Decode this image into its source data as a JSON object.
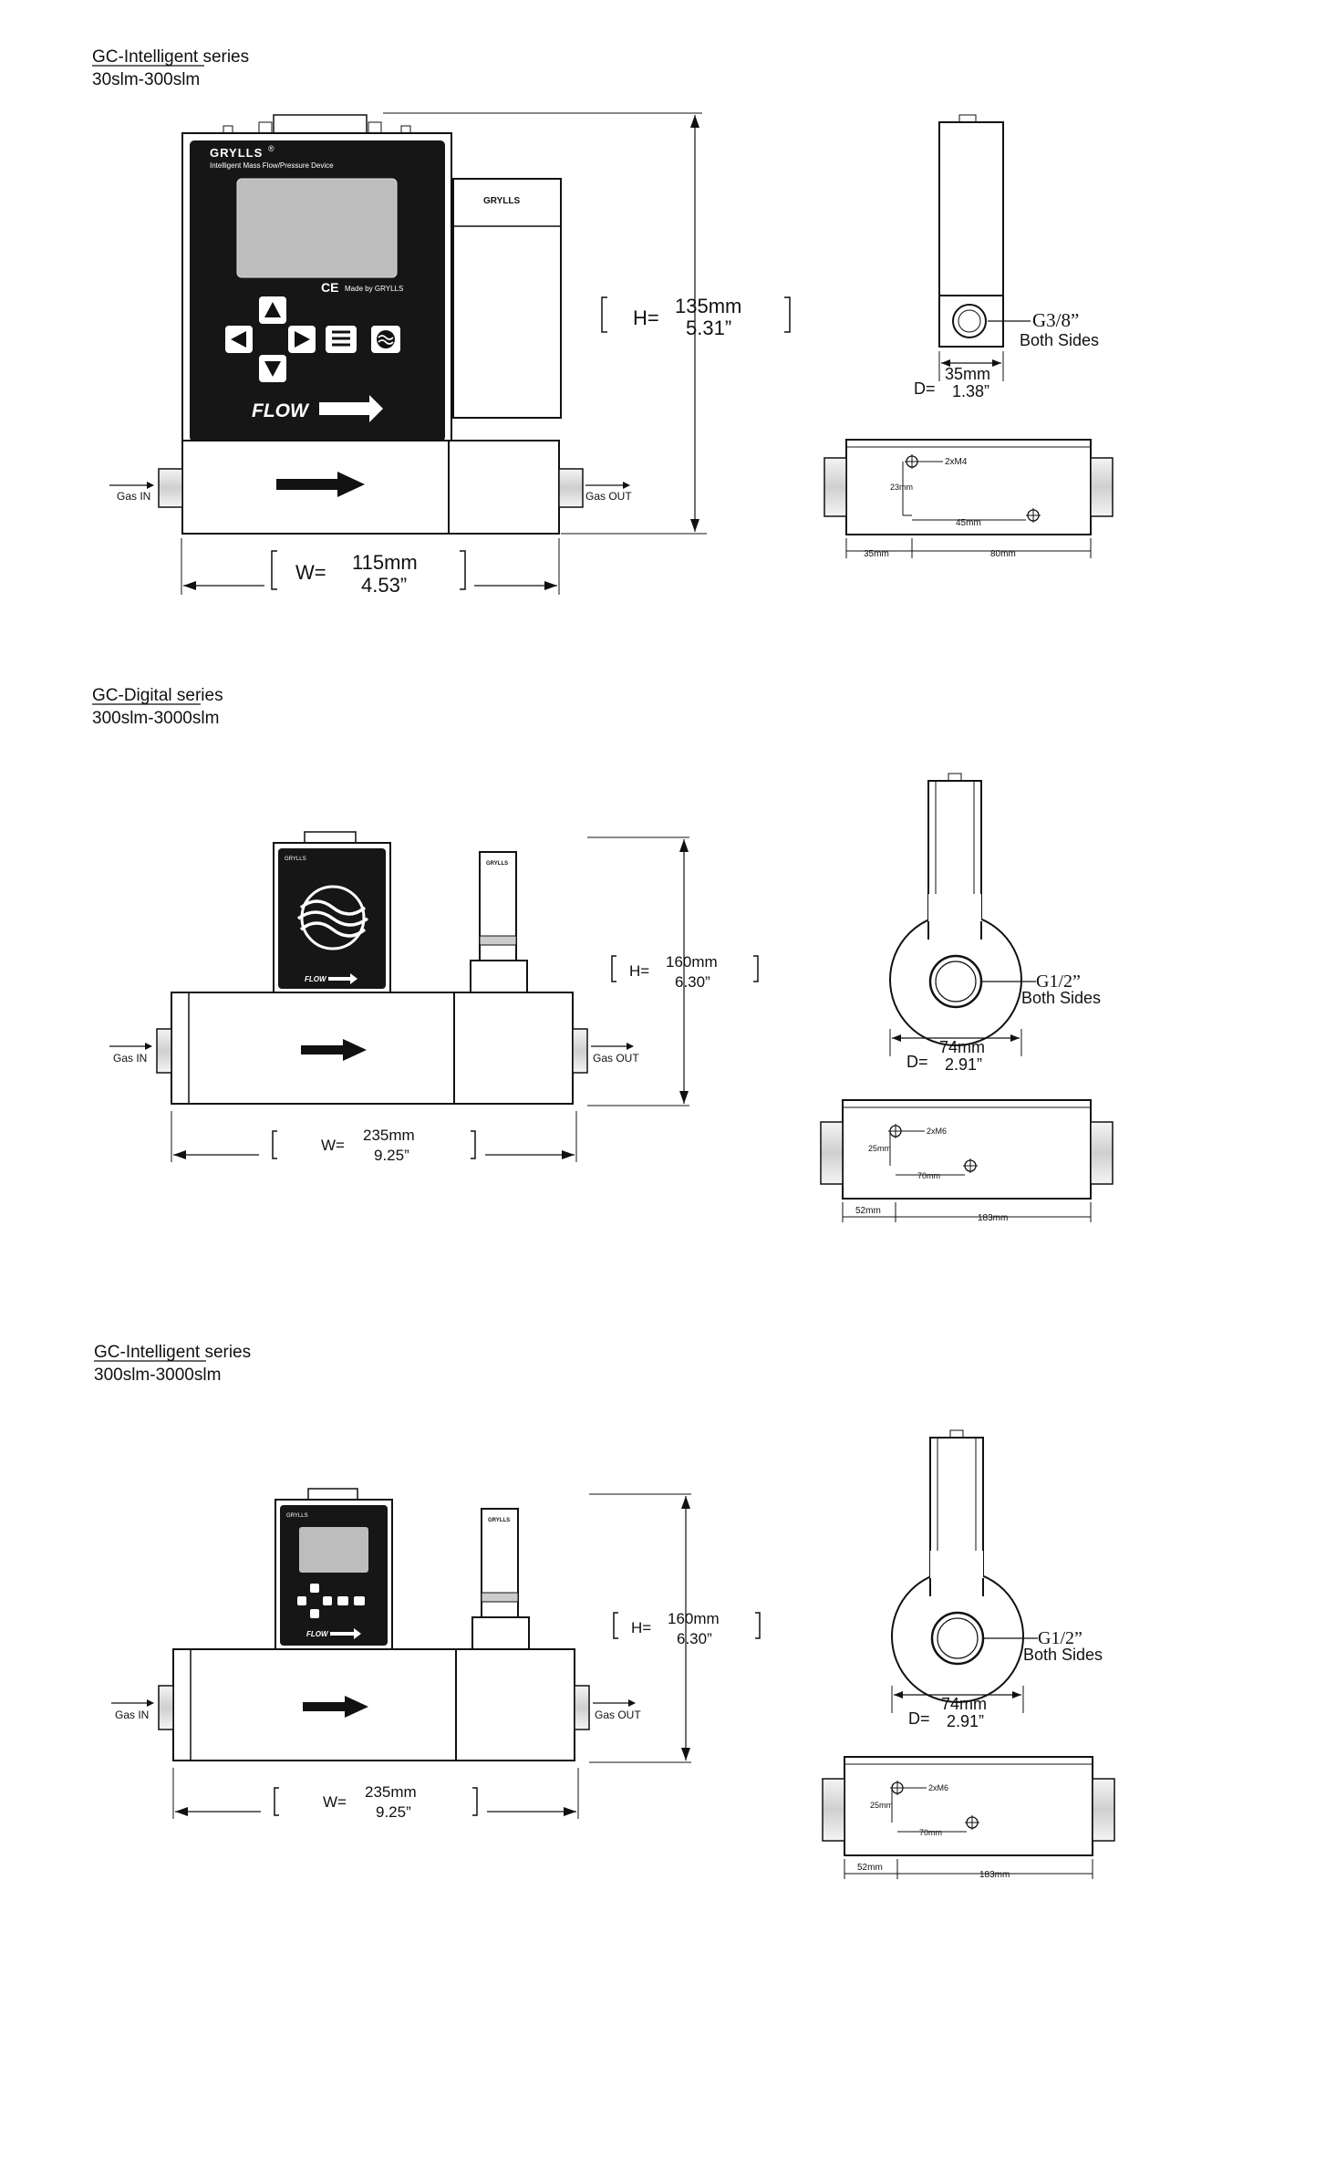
{
  "sections": [
    {
      "title": "GC-Intelligent series",
      "range": "30slm-300slm",
      "brand": "GRYLLS",
      "brand_mark": "®",
      "device_subtitle": "Intelligent Mass Flow/Pressure Device",
      "ce_label": "CE",
      "made_by": "Made by GRYLLS",
      "flow_label": "FLOW",
      "gas_in": "Gas IN",
      "gas_out": "Gas OUT",
      "h_label": "H=",
      "h_mm": "135mm",
      "h_in": "5.31”",
      "w_label": "W=",
      "w_mm": "115mm",
      "w_in": "4.53”",
      "port": "G3/8”",
      "port_note": "Both Sides",
      "d_label": "D=",
      "d_mm": "35mm",
      "d_in": "1.38”",
      "screw": "2xM4",
      "dim_vert": "23mm",
      "dim_h1": "45mm",
      "dim_b1": "35mm",
      "dim_b2": "80mm"
    },
    {
      "title": "GC-Digital series",
      "range": "300slm-3000slm",
      "brand": "GRYLLS",
      "flow_label": "FLOW",
      "gas_in": "Gas IN",
      "gas_out": "Gas OUT",
      "h_label": "H=",
      "h_mm": "160mm",
      "h_in": "6.30”",
      "w_label": "W=",
      "w_mm": "235mm",
      "w_in": "9.25”",
      "port": "G1/2”",
      "port_note": "Both Sides",
      "d_label": "D=",
      "d_mm": "74mm",
      "d_in": "2.91”",
      "screw": "2xM6",
      "dim_vert": "25mm",
      "dim_h1": "70mm",
      "dim_b1": "52mm",
      "dim_b2": "183mm"
    },
    {
      "title": "GC-Intelligent series",
      "range": "300slm-3000slm",
      "brand": "GRYLLS",
      "flow_label": "FLOW",
      "gas_in": "Gas IN",
      "gas_out": "Gas OUT",
      "h_label": "H=",
      "h_mm": "160mm",
      "h_in": "6.30”",
      "w_label": "W=",
      "w_mm": "235mm",
      "w_in": "9.25”",
      "port": "G1/2”",
      "port_note": "Both Sides",
      "d_label": "D=",
      "d_mm": "74mm",
      "d_in": "2.91”",
      "screw": "2xM6",
      "dim_vert": "25mm",
      "dim_h1": "70mm",
      "dim_b1": "52mm",
      "dim_b2": "183mm"
    }
  ]
}
